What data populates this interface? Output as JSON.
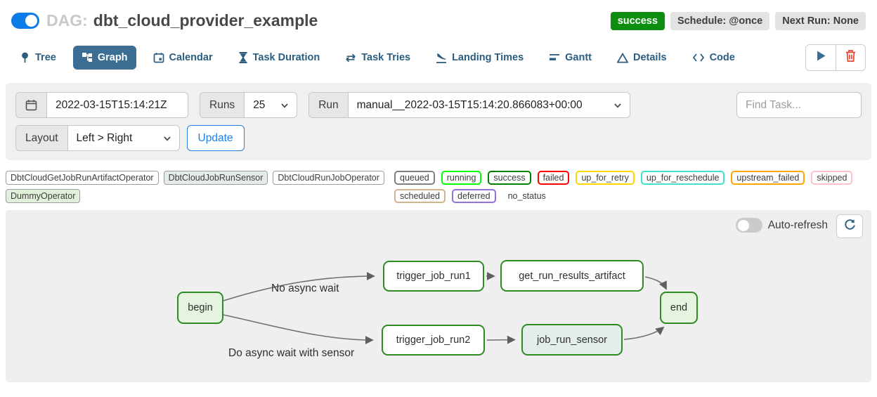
{
  "header": {
    "dag_prefix": "DAG:",
    "dag_title": "dbt_cloud_provider_example",
    "toggle_on": true,
    "status_badge": "success",
    "schedule_badge": "Schedule: @once",
    "next_run_badge": "Next Run: None"
  },
  "colors": {
    "tab_active_bg": "#3c6e93",
    "tab_text": "#2b5d80",
    "accent_blue": "#1f7fe8",
    "toggle_blue": "#0d7ce8",
    "success_green": "#0e8e10",
    "trash_red": "#e8442e",
    "panel_gray": "#f0f0f0"
  },
  "tabs": [
    {
      "label": "Tree",
      "active": false
    },
    {
      "label": "Graph",
      "active": true
    },
    {
      "label": "Calendar",
      "active": false
    },
    {
      "label": "Task Duration",
      "active": false
    },
    {
      "label": "Task Tries",
      "active": false
    },
    {
      "label": "Landing Times",
      "active": false
    },
    {
      "label": "Gantt",
      "active": false
    },
    {
      "label": "Details",
      "active": false
    },
    {
      "label": "Code",
      "active": false
    }
  ],
  "filterbar": {
    "date_value": "2022-03-15T15:14:21Z",
    "runs_label": "Runs",
    "runs_value": "25",
    "run_label": "Run",
    "run_value": "manual__2022-03-15T15:14:20.866083+00:00",
    "find_task_placeholder": "Find Task...",
    "layout_label": "Layout",
    "layout_value": "Left > Right",
    "update_label": "Update"
  },
  "legend": {
    "operators": [
      {
        "label": "DbtCloudGetJobRunArtifactOperator",
        "fill": "#ffffff"
      },
      {
        "label": "DbtCloudJobRunSensor",
        "fill": "#e3ecea"
      },
      {
        "label": "DbtCloudRunJobOperator",
        "fill": "#ffffff"
      },
      {
        "label": "DummyOperator",
        "fill": "#e1f0da"
      }
    ],
    "statuses": [
      {
        "label": "queued",
        "border": "#808080"
      },
      {
        "label": "running",
        "border": "#00ff00"
      },
      {
        "label": "success",
        "border": "#008000"
      },
      {
        "label": "failed",
        "border": "#ff0000"
      },
      {
        "label": "up_for_retry",
        "border": "#ffd700"
      },
      {
        "label": "up_for_reschedule",
        "border": "#40e0d0"
      },
      {
        "label": "upstream_failed",
        "border": "#ffa500"
      },
      {
        "label": "skipped",
        "border": "#ffc0cb"
      },
      {
        "label": "scheduled",
        "border": "#d2b48c"
      },
      {
        "label": "deferred",
        "border": "#9370db"
      },
      {
        "label": "no_status",
        "border": "none"
      }
    ]
  },
  "graph": {
    "auto_refresh_label": "Auto-refresh",
    "auto_refresh_on": false,
    "node_border": "#2e8b22",
    "nodes": [
      {
        "id": "begin",
        "label": "begin",
        "fill": "#e6f4df"
      },
      {
        "id": "trigger_job_run1",
        "label": "trigger_job_run1",
        "fill": "#ffffff"
      },
      {
        "id": "get_run_results_artifact",
        "label": "get_run_results_artifact",
        "fill": "#ffffff"
      },
      {
        "id": "trigger_job_run2",
        "label": "trigger_job_run2",
        "fill": "#ffffff"
      },
      {
        "id": "job_run_sensor",
        "label": "job_run_sensor",
        "fill": "#e3eeec"
      },
      {
        "id": "end",
        "label": "end",
        "fill": "#e6f4df"
      }
    ],
    "edges": [
      {
        "from": "begin",
        "to": "trigger_job_run1",
        "label": "No async wait"
      },
      {
        "from": "begin",
        "to": "trigger_job_run2",
        "label": "Do async wait with sensor"
      },
      {
        "from": "trigger_job_run1",
        "to": "get_run_results_artifact",
        "label": ""
      },
      {
        "from": "trigger_job_run2",
        "to": "job_run_sensor",
        "label": ""
      },
      {
        "from": "get_run_results_artifact",
        "to": "end",
        "label": ""
      },
      {
        "from": "job_run_sensor",
        "to": "end",
        "label": ""
      }
    ]
  }
}
